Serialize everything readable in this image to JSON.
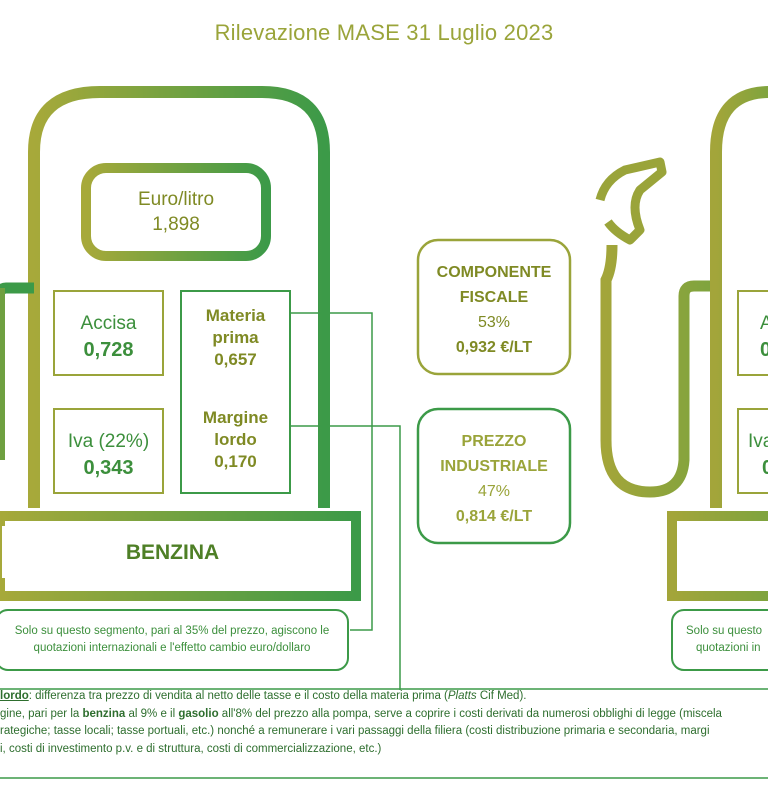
{
  "title": "Rilevazione MASE 31 Luglio 2023",
  "pump_left": {
    "price_label": "Euro/litro",
    "price_value": "1,898",
    "accisa_label": "Accisa",
    "accisa_value": "0,728",
    "iva_label": "Iva (22%)",
    "iva_value": "0,343",
    "materia_label_1": "Materia",
    "materia_label_2": "prima",
    "materia_value": "0,657",
    "margine_label_1": "Margine",
    "margine_label_2": "lordo",
    "margine_value": "0,170",
    "fuel_label": "BENZINA",
    "note_line_1": "Solo su questo segmento, pari al 35% del prezzo, agiscono le",
    "note_line_2": "quotazioni internazionali e l'effetto cambio euro/dollaro"
  },
  "component_fiscal": {
    "label_1": "COMPONENTE",
    "label_2": "FISCALE",
    "percent": "53%",
    "value": "0,932 €/LT"
  },
  "component_industrial": {
    "label_1": "PREZZO",
    "label_2": "INDUSTRIALE",
    "percent": "47%",
    "value": "0,814 €/LT"
  },
  "pump_right": {
    "accisa_partial": "A",
    "accisa_value_partial": "0",
    "iva_partial": "Iva",
    "iva_value_partial": "0",
    "note_line_1": "Solo su questo",
    "note_line_2": "quotazioni in"
  },
  "footnote": {
    "line1_bold": "lordo",
    "line1_text": ": differenza tra prezzo di vendita al netto delle tasse e il costo della materia prima (",
    "line1_italic": "Platts",
    "line1_end": " Cif Med).",
    "line2_a": "gine, pari per la ",
    "line2_bold1": "benzina",
    "line2_b": " al 9% e il ",
    "line2_bold2": "gasolio",
    "line2_c": " all'8% del prezzo alla pompa, serve a coprire i costi derivati da numerosi obblighi di legge (miscela",
    "line3": "rategiche; tasse locali; tasse portuali, etc.) nonché a remunerare i vari passaggi della filiera (costi distribuzione primaria e secondaria, margi",
    "line4": "i, costi di investimento p.v. e di struttura, costi di commercializzazione, etc.)"
  },
  "colors": {
    "olive": "#9aa43a",
    "green": "#3c9a48",
    "dark_green": "#2e6e2e"
  }
}
